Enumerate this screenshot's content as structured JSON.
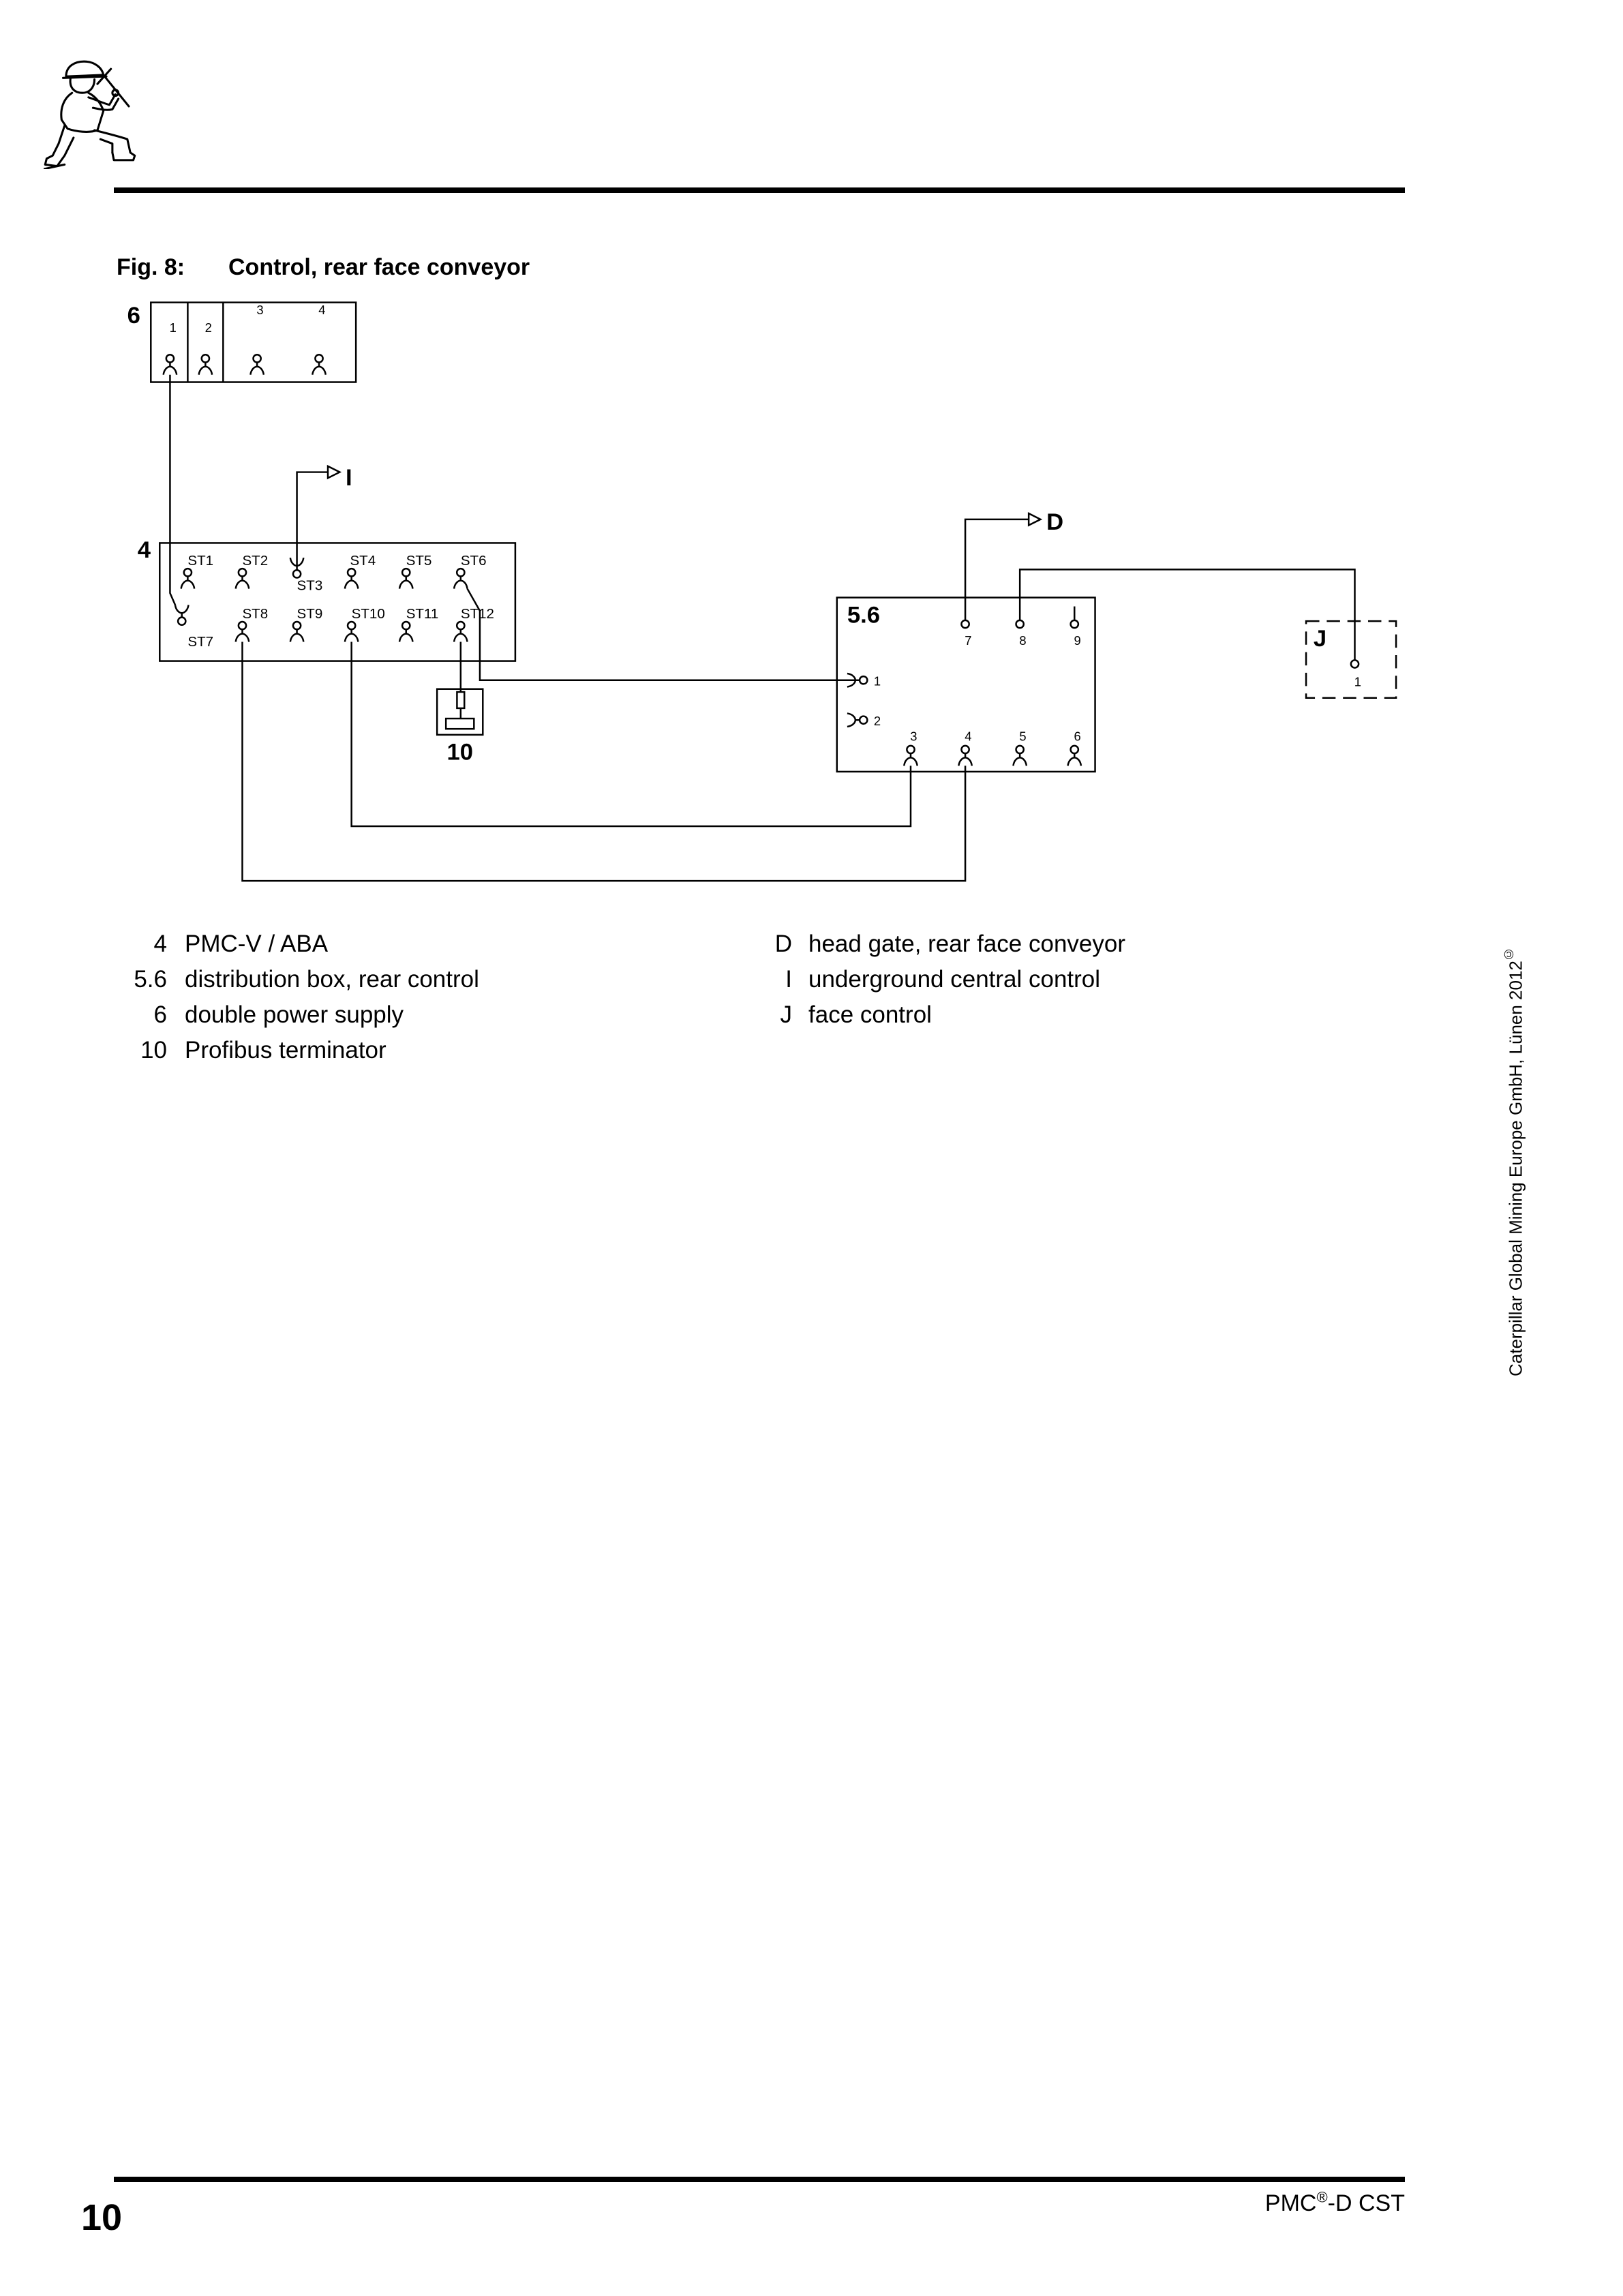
{
  "header": {
    "logo_icon": "kneeling-worker-icon"
  },
  "figure": {
    "number": "Fig. 8:",
    "title": "Control, rear face conveyor"
  },
  "diagram": {
    "power_supply": {
      "label": "6",
      "terminals": [
        "1",
        "2",
        "3",
        "4"
      ]
    },
    "pmc": {
      "label": "4",
      "ports": {
        "st1": "ST1",
        "st2": "ST2",
        "st3": "ST3",
        "st4": "ST4",
        "st5": "ST5",
        "st6": "ST6",
        "st7": "ST7",
        "st8": "ST8",
        "st9": "ST9",
        "st10": "ST10",
        "st11": "ST11",
        "st12": "ST12"
      }
    },
    "terminator": {
      "label": "10"
    },
    "distribution_box": {
      "label": "5.6",
      "terminals": [
        "1",
        "2",
        "3",
        "4",
        "5",
        "6",
        "7",
        "8",
        "9"
      ]
    },
    "face_control": {
      "label": "J",
      "terminals": [
        "1"
      ]
    },
    "central_control_ref": "I",
    "head_gate_ref": "D"
  },
  "legend": {
    "left": [
      {
        "key": "4",
        "text": "PMC-V / ABA"
      },
      {
        "key": "5.6",
        "text": "distribution box, rear control"
      },
      {
        "key": "6",
        "text": "double power supply"
      },
      {
        "key": "10",
        "text": "Profibus terminator"
      }
    ],
    "right": [
      {
        "key": "D",
        "text": "head gate, rear face conveyor"
      },
      {
        "key": "I",
        "text": "underground central control"
      },
      {
        "key": "J",
        "text": "face control"
      }
    ]
  },
  "copyright": {
    "text": "Caterpillar Global Mining Europe GmbH, Lünen 2012",
    "symbol": "©"
  },
  "footer": {
    "page_number": "10",
    "product": "PMC",
    "registered_mark": "®",
    "product_suffix": "-D CST"
  }
}
